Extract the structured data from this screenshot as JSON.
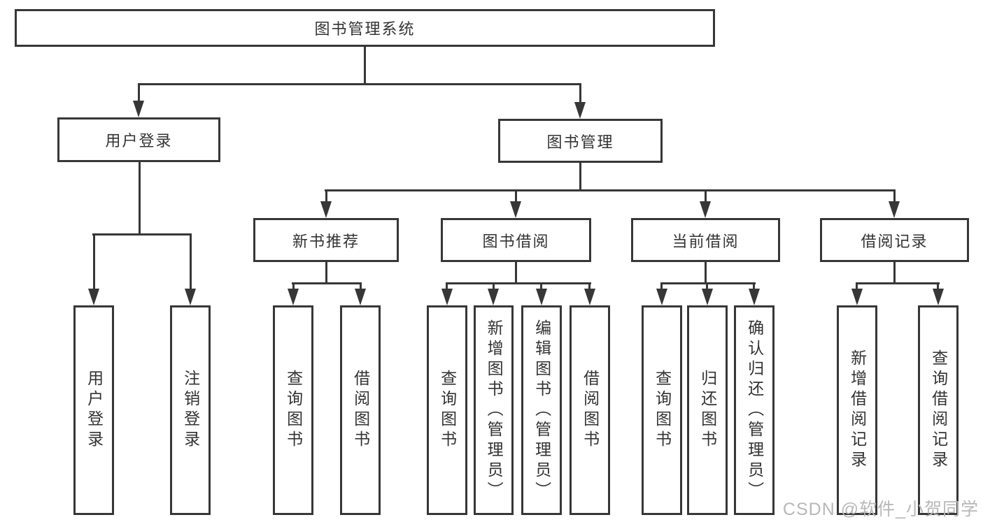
{
  "colors": {
    "line": "#373737",
    "text": "#333333",
    "background": "#ffffff",
    "watermark": "#b8b8b8"
  },
  "watermark": {
    "text": "CSDN @软件_小贺同学"
  },
  "tree": {
    "root": {
      "label": "图书管理系统"
    },
    "branches": [
      {
        "label": "用户登录",
        "children": [
          {
            "label": "用户登录"
          },
          {
            "label": "注销登录"
          }
        ]
      },
      {
        "label": "图书管理",
        "children": [
          {
            "label": "新书推荐",
            "children": [
              {
                "label": "查询图书"
              },
              {
                "label": "借阅图书"
              }
            ]
          },
          {
            "label": "图书借阅",
            "children": [
              {
                "label": "查询图书"
              },
              {
                "label": "新增图书（管理员）"
              },
              {
                "label": "编辑图书（管理员）"
              },
              {
                "label": "借阅图书"
              }
            ]
          },
          {
            "label": "当前借阅",
            "children": [
              {
                "label": "查询图书"
              },
              {
                "label": "归还图书"
              },
              {
                "label": "确认归还（管理员）"
              }
            ]
          },
          {
            "label": "借阅记录",
            "children": [
              {
                "label": "新增借阅记录"
              },
              {
                "label": "查询借阅记录"
              }
            ]
          }
        ]
      }
    ]
  }
}
